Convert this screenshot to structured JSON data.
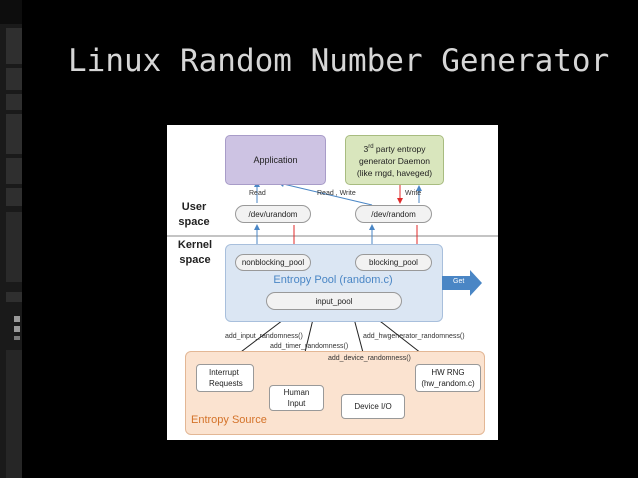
{
  "slide": {
    "title": "Linux Random Number Generator"
  },
  "diagram": {
    "application": "Application",
    "third_party_sup": "rd",
    "third_party_line1_num": "3",
    "third_party_line1_rest": " party entropy",
    "third_party_line2": "generator Daemon",
    "third_party_line3": "(like rngd, haveged)",
    "user_space": "User space",
    "kernel_space": "Kernel space",
    "read_left": "Read",
    "read_write": "Read , Write",
    "write_right": "Write",
    "dev_urandom": "/dev/urandom",
    "dev_random": "/dev/random",
    "nonblocking_pool": "nonblocking_pool",
    "blocking_pool": "blocking_pool",
    "entropy_pool": "Entropy Pool (random.c)",
    "get": "Get",
    "input_pool": "input_pool",
    "add_input": "add_input_randomness()",
    "add_hwgenerator": "add_hwgenerator_randomness()",
    "add_timer": "add_timer_randomness()",
    "add_device": "add_device_randomness()",
    "interrupt_requests": "Interrupt Requests",
    "hw_rng": "HW RNG (hw_random.c)",
    "human_input": "Human Input",
    "device_io": "Device I/O",
    "entropy_source": "Entropy Source"
  },
  "colors": {
    "background": "#000000",
    "title": "#d6d6d6",
    "application_fill": "#cdc3e3",
    "third_party_fill": "#d9e6bd",
    "kernel_pool_fill": "#dbe6f3",
    "entropy_source_fill": "#fbe3d0",
    "entropy_source_text": "#d4732a",
    "entropy_pool_text": "#4a86c5",
    "get_arrow": "#4a86c5",
    "arrow_blue": "#4a86c5",
    "arrow_red": "#e02a2a"
  }
}
